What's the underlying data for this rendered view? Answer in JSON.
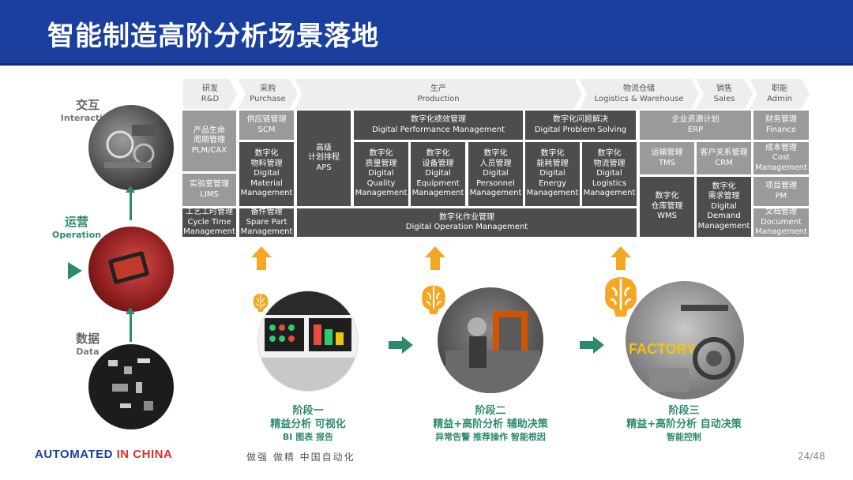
{
  "title": "智能制造高阶分析场景落地",
  "layers": [
    {
      "cn": "交互",
      "en": "Interaction"
    },
    {
      "cn": "运营",
      "en": "Operation"
    },
    {
      "cn": "数据",
      "en": "Data"
    }
  ],
  "value_chain": [
    {
      "cn": "研发",
      "en": "R&D"
    },
    {
      "cn": "采购",
      "en": "Purchase"
    },
    {
      "cn": "生产",
      "en": "Production"
    },
    {
      "cn": "物流仓储",
      "en": "Logistics & Warehouse"
    },
    {
      "cn": "销售",
      "en": "Sales"
    },
    {
      "cn": "职能",
      "en": "Admin"
    }
  ],
  "systems": {
    "plm": [
      "产品生命",
      "周期管理",
      "PLM/CAX"
    ],
    "lims": [
      "实验室管理",
      "LIMS"
    ],
    "ctm": [
      "工艺工时管理",
      "Cycle Time",
      "Management"
    ],
    "scm": [
      "供应链管理",
      "SCM"
    ],
    "dmm": [
      "数字化",
      "物料管理",
      "Digital",
      "Material",
      "Management"
    ],
    "spm": [
      "备件管理",
      "Spare Part",
      "Management"
    ],
    "aps": [
      "高级",
      "计划排程",
      "APS"
    ],
    "dpm": [
      "数字化绩效管理",
      "Digital Performance Management"
    ],
    "dqm": [
      "数字化",
      "质量管理",
      "Digital",
      "Quality",
      "Management"
    ],
    "dem": [
      "数字化",
      "设备管理",
      "Digital",
      "Equipment",
      "Management"
    ],
    "dpers": [
      "数字化",
      "人员管理",
      "Digital",
      "Personnel",
      "Management"
    ],
    "dps": [
      "数字化问题解决",
      "Digital Problem Solving"
    ],
    "den": [
      "数字化",
      "能耗管理",
      "Digital",
      "Energy",
      "Management"
    ],
    "dlm": [
      "数字化",
      "物流管理",
      "Digital",
      "Logistics",
      "Management"
    ],
    "dom": [
      "数字化作业管理",
      "Digital Operation Management"
    ],
    "erp": [
      "企业资源计划",
      "ERP"
    ],
    "tms": [
      "运输管理",
      "TMS"
    ],
    "crm": [
      "客户关系管理",
      "CRM"
    ],
    "wms": [
      "数字化",
      "仓库管理",
      "WMS"
    ],
    "ddm": [
      "数字化",
      "需求管理",
      "Digital",
      "Demand",
      "Management"
    ],
    "fin": [
      "财务管理",
      "Finance"
    ],
    "cost": [
      "成本管理",
      "Cost",
      "Management"
    ],
    "pm": [
      "项目管理",
      "PM"
    ],
    "doc": [
      "文档管理",
      "Document",
      "Management"
    ]
  },
  "stages": [
    {
      "l1": "阶段一",
      "l2": "精益分析 可视化",
      "l3": "BI 图表 报告"
    },
    {
      "l1": "阶段二",
      "l2": "精益+高阶分析 辅助决策",
      "l3": "异常告警 推荐操作 智能根因"
    },
    {
      "l1": "阶段三",
      "l2": "精益+高阶分析 自动决策",
      "l3": "智能控制"
    }
  ],
  "factory_sign": "FACTORY",
  "footer": {
    "brand_part1": "AUTOMATED ",
    "brand_part2": "IN",
    "brand_part3": " CHINA",
    "slogan": "做强 做精 中国自动化",
    "page": "24/48"
  },
  "colors": {
    "header": "#1a3f9e",
    "accent": "#2d8a6f",
    "arrow": "#f5a623",
    "dark_box": "#4d4d4d",
    "light_box": "#9a9a9a"
  }
}
